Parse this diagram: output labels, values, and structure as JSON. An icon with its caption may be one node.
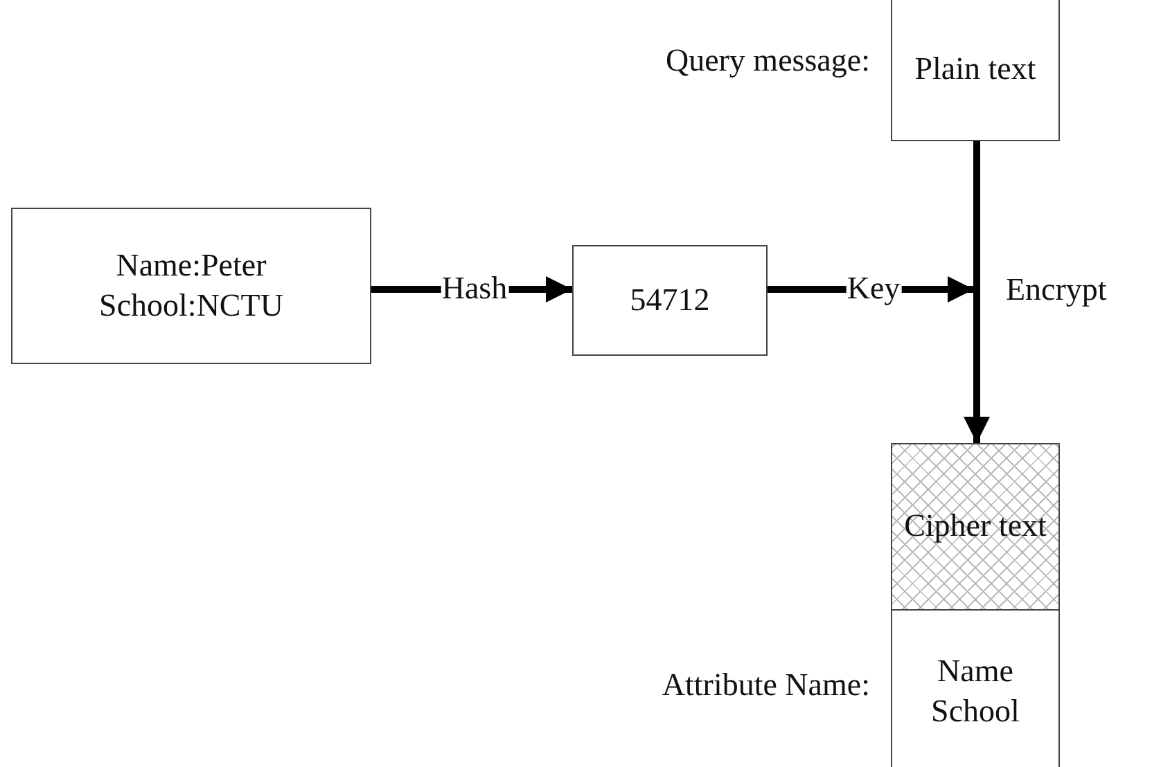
{
  "diagram": {
    "nodes": [
      {
        "text": [
          "Name:Peter School:NCTU"
        ]
      },
      {
        "text": [
          "54712"
        ]
      },
      {
        "text": [
          "Plain text"
        ],
        "beside": [
          "Query message:"
        ]
      },
      {
        "text": [
          "Cipher text"
        ]
      },
      {
        "text": [
          "Name School"
        ],
        "beside": [
          "Attribute Name:"
        ]
      }
    ],
    "edges": [
      {
        "from": 0,
        "to": 1,
        "arrow": "to",
        "label": "Hash"
      },
      {
        "from": 1,
        "to": null,
        "arrow": "to",
        "label": "Key"
      },
      {
        "from": 2,
        "to": 3,
        "arrow": "to",
        "label": "Encrypt"
      }
    ]
  }
}
